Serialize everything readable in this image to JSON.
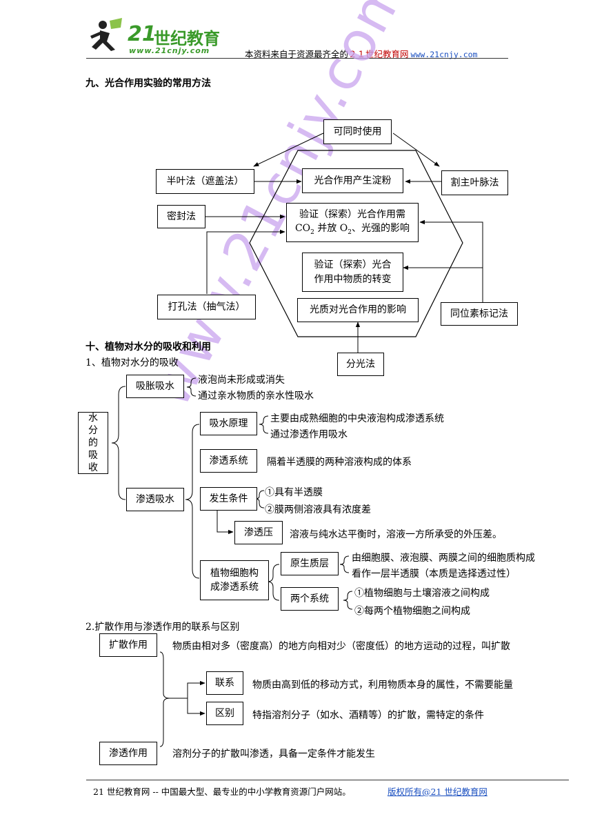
{
  "header": {
    "logo_num": "21",
    "logo_cn": "世纪教育",
    "logo_url": "www.21cnjy.com",
    "tagline_prefix": "本资料来自于资源最齐全的",
    "tagline_site": "２１世纪教育网",
    "tagline_url": "www.21cnjy.com"
  },
  "section9": {
    "title": "九、光合作用实验的常用方法",
    "top": "可同时使用",
    "half_leaf": "半叶法（遮盖法）",
    "starch": "光合作用产生淀粉",
    "cut_vein": "割主叶脉法",
    "seal": "密封法",
    "verify_co2_l1": "验证（探索）光合作用需",
    "verify_co2_l2a": "CO",
    "verify_co2_l2b": "2",
    "verify_co2_l2c": " 并放 O",
    "verify_co2_l2d": "2",
    "verify_co2_l2e": "、光强的影响",
    "verify_mat_l1": "验证（探索）光合",
    "verify_mat_l2": "作用中物质的转变",
    "punch": "打孔法（抽气法）",
    "light_quality": "光质对光合作用的影响",
    "isotope": "同位素标记法",
    "spectral": "分光法"
  },
  "section10": {
    "title": "十、植物对水分的吸收和利用",
    "sub1": "1、植物对水分的吸收",
    "root": "水分的吸收",
    "swell": "吸胀吸水",
    "swell_1": "液泡尚未形成或消失",
    "swell_2": "通过亲水物质的亲水性吸水",
    "osmo": "渗透吸水",
    "principle": "吸水原理",
    "principle_1": "主要由成熟细胞的中央液泡构成渗透系统",
    "principle_2": "通过渗透作用吸水",
    "system": "渗透系统",
    "system_desc": "隔着半透膜的两种溶液构成的体系",
    "cond": "发生条件",
    "cond_1": "①具有半透膜",
    "cond_2": "②膜两侧溶液具有浓度差",
    "pressure": "渗透压",
    "pressure_desc": "溶液与纯水达平衡时，溶液一方所承受的外压差。",
    "plant_l1": "植物细胞构",
    "plant_l2": "成渗透系统",
    "proto": "原生质层",
    "proto_1": "由细胞膜、液泡膜、两膜之间的细胞质构成",
    "proto_2": "看作一层半透膜（本质是选择透过性）",
    "two": "两个系统",
    "two_1": "①植物细胞与土壤溶液之间构成",
    "two_2": "②每两个植物细胞之间构成",
    "sub2": "2.扩散作用与渗透作用的联系与区别",
    "diff": "扩散作用",
    "diff_desc": "物质由相对多（密度高）的地方向相对少（密度低）的地方运动的过程，叫扩散",
    "link": "联系",
    "link_desc": "物质由高到低的移动方式，利用物质本身的属性，不需要能量",
    "distinct": "区别",
    "distinct_desc": "特指溶剂分子（如水、酒精等）的扩散，需特定的条件",
    "osmosis": "渗透作用",
    "osmosis_desc": "溶剂分子的扩散叫渗透，具备一定条件才能发生"
  },
  "watermark": "www.21cnjy.com",
  "footer": {
    "left": "21 世纪教育网 -- 中国最大型、最专业的中小学教育资源门户网站。",
    "right": "版权所有@21 世纪教育网"
  }
}
